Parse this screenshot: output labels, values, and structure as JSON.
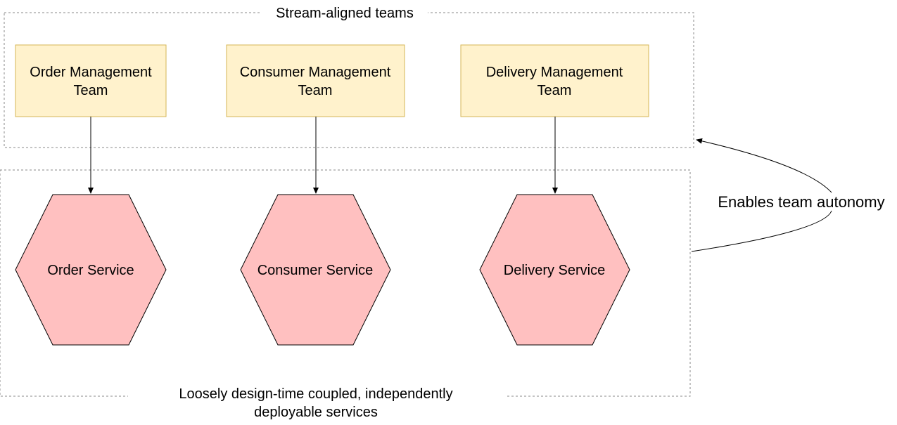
{
  "groups": {
    "teams_title": "Stream-aligned teams",
    "services_title_line1": "Loosely design-time coupled, independently",
    "services_title_line2": "deployable services"
  },
  "teams": [
    {
      "line1": "Order Management",
      "line2": "Team"
    },
    {
      "line1": "Consumer Management",
      "line2": "Team"
    },
    {
      "line1": "Delivery Management",
      "line2": "Team"
    }
  ],
  "services": [
    {
      "label": "Order Service"
    },
    {
      "label": "Consumer Service"
    },
    {
      "label": "Delivery Service"
    }
  ],
  "annotation": {
    "label": "Enables team autonomy"
  },
  "colors": {
    "team_fill": "#fff2cc",
    "team_stroke": "#d6b656",
    "service_fill": "#ffc0c0",
    "service_stroke": "#000000",
    "group_border": "#888888",
    "connector": "#000000"
  }
}
